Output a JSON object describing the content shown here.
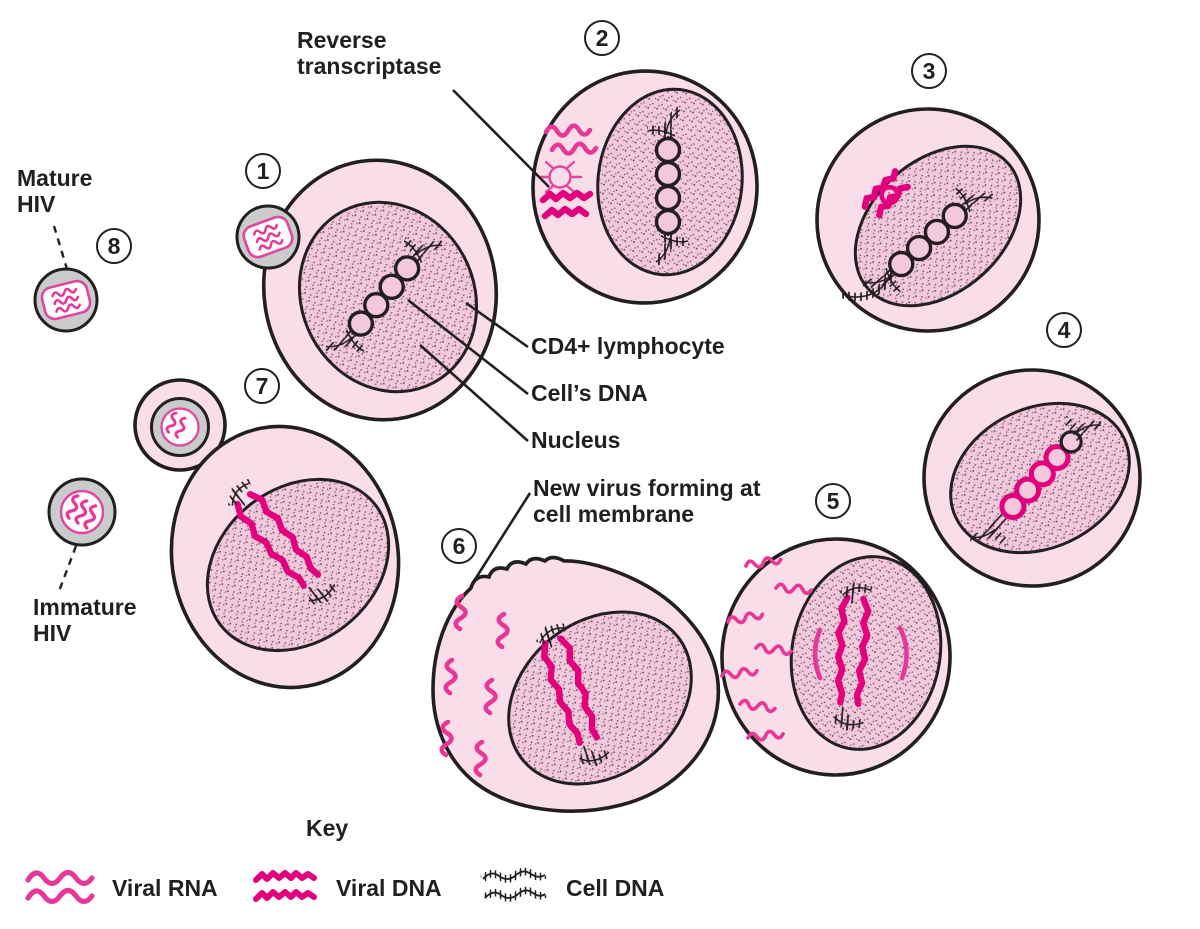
{
  "steps": [
    "1",
    "2",
    "3",
    "4",
    "5",
    "6",
    "7",
    "8"
  ],
  "labels": {
    "reverse_transcriptase": "Reverse transcriptase",
    "mature_hiv": "Mature HIV",
    "immature_hiv": "Immature HIV",
    "cd4_lymphocyte": "CD4+ lymphocyte",
    "cells_dna": "Cell’s DNA",
    "nucleus": "Nucleus",
    "new_virus_forming": "New virus forming at cell membrane"
  },
  "key": {
    "title": "Key",
    "items": [
      {
        "id": "viral-rna",
        "label": "Viral RNA",
        "color": "#e73895"
      },
      {
        "id": "viral-dna",
        "label": "Viral DNA",
        "color": "#e2007d"
      },
      {
        "id": "cell-dna",
        "label": "Cell DNA",
        "color": "#231f20"
      }
    ]
  },
  "colors": {
    "ink": "#231f20",
    "cytoplasm": "#f9dde9",
    "nucleus": "#f3c7dc",
    "viral_rna": "#e73895",
    "viral_dna": "#e2007d",
    "virus_envelope": "#c9cbcd",
    "capsid_outline": "#e2459c"
  }
}
